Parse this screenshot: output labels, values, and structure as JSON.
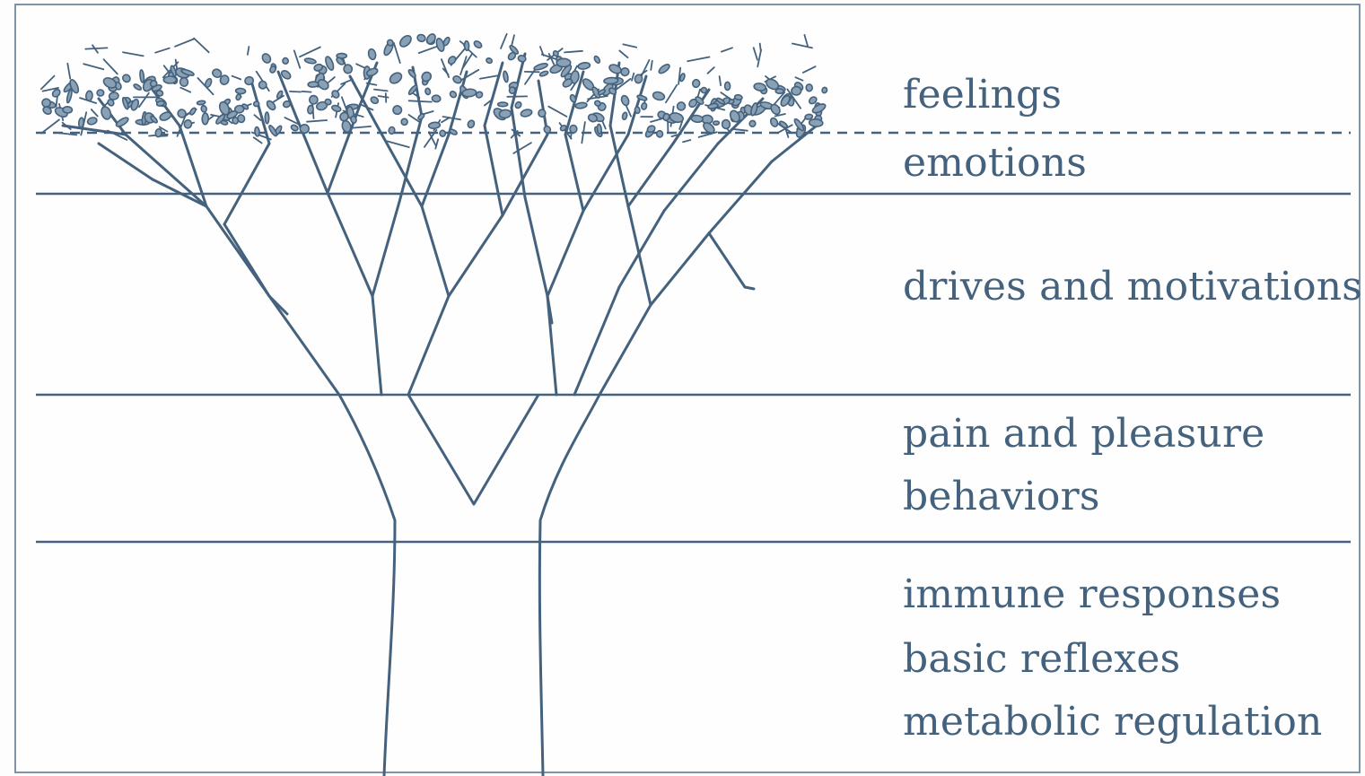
{
  "diagram": {
    "line_color": "#44627d",
    "text_color": "#44627d",
    "frame_color": "#7f93a6",
    "labels": {
      "feelings": "feelings",
      "emotions": "emotions",
      "drives": "drives and motivations",
      "pain_pleasure": "pain and pleasure",
      "behaviors": "behaviors",
      "immune": "immune responses",
      "reflexes": "basic reflexes",
      "metabolic": "metabolic regulation"
    }
  }
}
